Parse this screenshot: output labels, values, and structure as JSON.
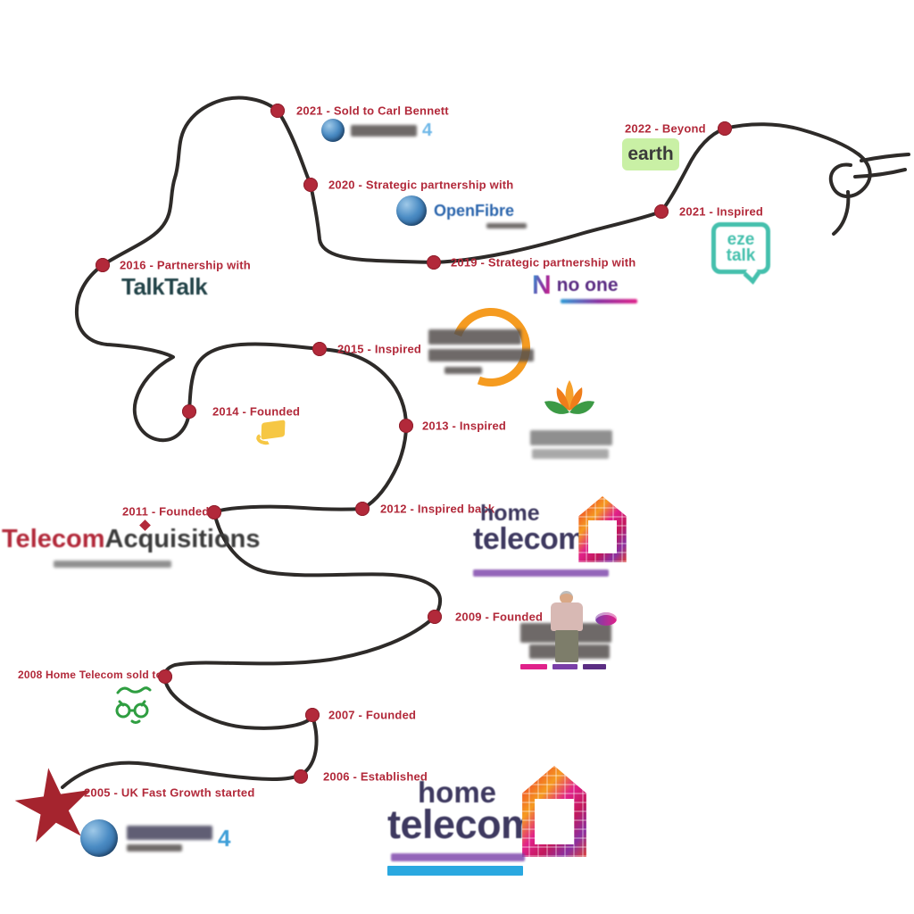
{
  "palette": {
    "accent_red": "#b2293a",
    "path_black": "#2e2b29",
    "teal": "#45c0ad",
    "navy": "#3e3960",
    "green": "#2f9e41",
    "orange": "#f59b20",
    "blue": "#2c66ad",
    "light_green": "#c9f0a5",
    "star_red": "#a5242e"
  },
  "milestones": [
    {
      "label": "2021 - Sold to Carl Bennett"
    },
    {
      "label": "2020 - Strategic partnership with"
    },
    {
      "label": "2019 - Strategic partnership with"
    },
    {
      "label": "2022 - Beyond"
    },
    {
      "label": "2021 - Inspired"
    },
    {
      "label": "2016 - Partnership with"
    },
    {
      "label": "2015 - Inspired"
    },
    {
      "label": "2014 - Founded"
    },
    {
      "label": "2013 - Inspired"
    },
    {
      "label": "2012 - Inspired back"
    },
    {
      "label": "2011 - Founded"
    },
    {
      "label": "2009 - Founded"
    },
    {
      "label": "2008 Home Telecom sold to"
    },
    {
      "label": "2007 - Founded"
    },
    {
      "label": "2006 - Established"
    },
    {
      "label": "2005 - UK Fast Growth started"
    }
  ],
  "logos": {
    "globe4_top": {
      "suffix": "4"
    },
    "openfibre": {
      "name": "OpenFibre"
    },
    "noone": {
      "mark": "N",
      "name": "no one"
    },
    "earth": {
      "name": "earth"
    },
    "ezetalk": {
      "line1": "eze",
      "line2": "talk"
    },
    "talktalk": {
      "name": "TalkTalk"
    },
    "hometelecom": {
      "line1": "home",
      "line2": "telecom"
    },
    "telecomacquisitions": {
      "part1": "Telecom",
      "part2": "Acquisitions"
    },
    "globe4_bottom": {
      "suffix": "4"
    }
  }
}
